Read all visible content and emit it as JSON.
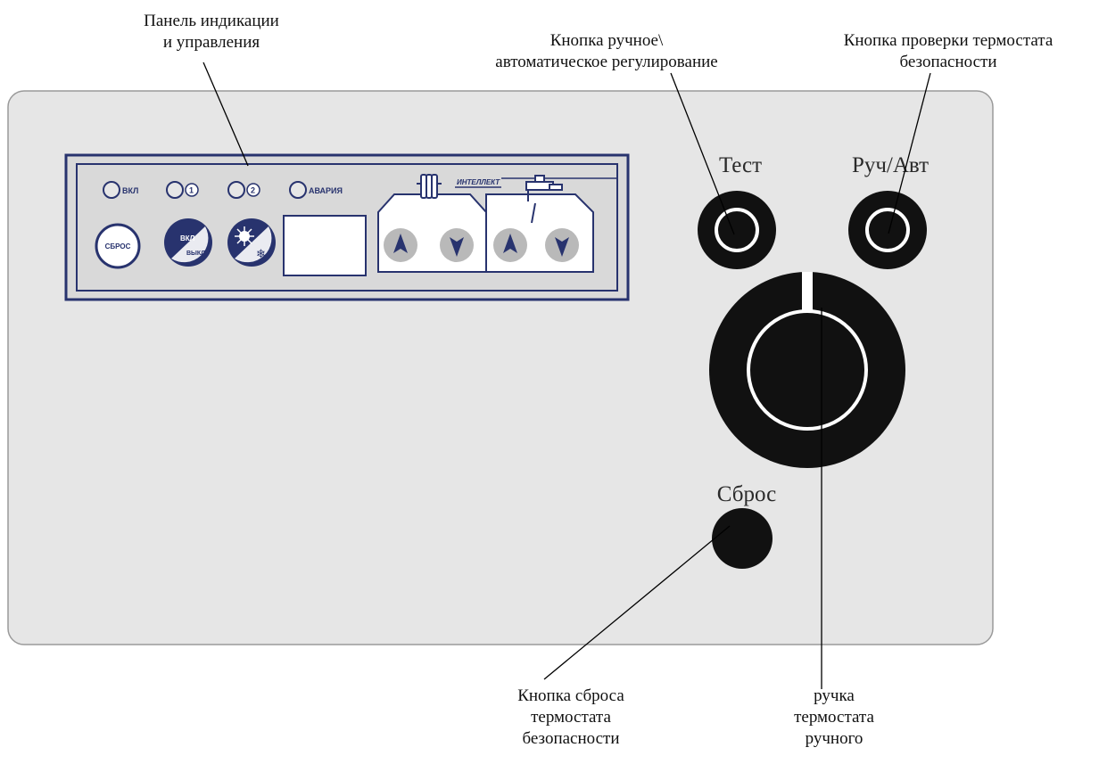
{
  "callouts": {
    "panel": [
      "Панель индикации",
      "и  управления"
    ],
    "manual_auto": [
      "Кнопка ручное\\",
      "автоматическое регулирование"
    ],
    "safety_test": [
      "Кнопка проверки термостата",
      "безопасности"
    ],
    "reset": [
      "Кнопка сброса",
      "термостата",
      "безопасности"
    ],
    "knob": [
      "ручка",
      "термостата",
      "ручного"
    ]
  },
  "device": {
    "test_label": "Тест",
    "manual_auto_label": "Руч/Авт",
    "reset_label": "Сброс"
  },
  "control_panel": {
    "brand": "ИНТЕЛЛЕКТ",
    "leds": [
      {
        "id": "power",
        "label": "ВКЛ"
      },
      {
        "id": "stage1",
        "label": "1"
      },
      {
        "id": "stage2",
        "label": "2"
      },
      {
        "id": "alarm",
        "label": "АВАРИЯ"
      }
    ],
    "reset_button": "СБРОС",
    "onoff_button": [
      "ВКЛ",
      "ВЫКЛ"
    ],
    "mode_button": "summer-winter-icon"
  },
  "colors": {
    "panel_bg": "#e6e6e6",
    "navy": "#28336e",
    "key_grey": "#b9b9b9",
    "knob": "#111111"
  }
}
